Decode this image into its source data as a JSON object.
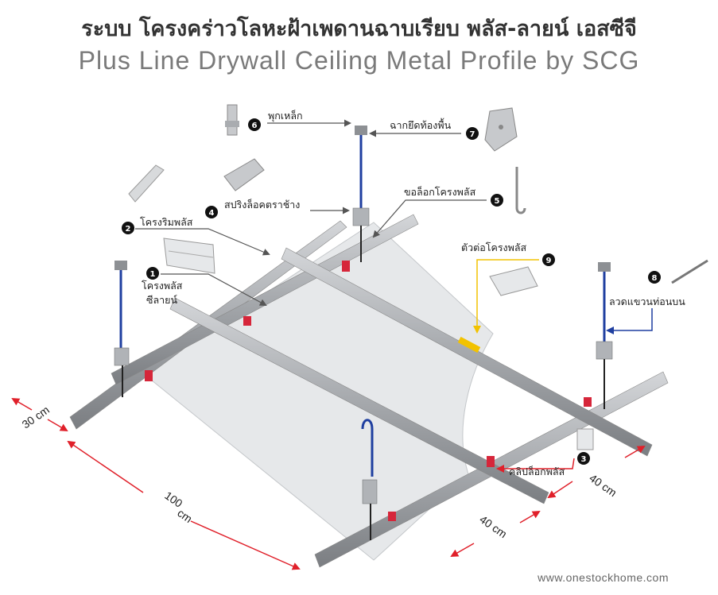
{
  "title_th": "ระบบ โครงคร่าวโลหะฝ้าเพดานฉาบเรียบ พลัส-ลายน์ เอสซีจี",
  "title_en": "Plus Line Drywall Ceiling Metal Profile by SCG",
  "parts": [
    {
      "num": "1",
      "label_line1": "โครงพลัส",
      "label_line2": "ซีลายน์"
    },
    {
      "num": "2",
      "label": "โครงริมพลัส"
    },
    {
      "num": "3",
      "label": "คลิปล็อกพลัส"
    },
    {
      "num": "4",
      "label": "สปริงล็อคตราช้าง"
    },
    {
      "num": "5",
      "label": "ขอล็อกโครงพลัส"
    },
    {
      "num": "6",
      "label": "พุกเหล็ก"
    },
    {
      "num": "7",
      "label": "ฉากยึดท้องพื้น"
    },
    {
      "num": "8",
      "label": "ลวดแขวนท่อนบน"
    },
    {
      "num": "9",
      "label": "ตัวต่อโครงพลัส"
    }
  ],
  "dimensions": {
    "d30": "30 cm",
    "d100_value": "100",
    "d100_unit": "cm",
    "d40a": "40 cm",
    "d40b": "40 cm"
  },
  "colors": {
    "arrow_red": "#e0202a",
    "wire_blue": "#1f3fa0",
    "clip_red": "#d6263a",
    "connector_yellow": "#f2c200",
    "board_grey": "#e4e6e8",
    "rail_grey": "#a6a9ad"
  },
  "footer": "www.onestockhome.com"
}
